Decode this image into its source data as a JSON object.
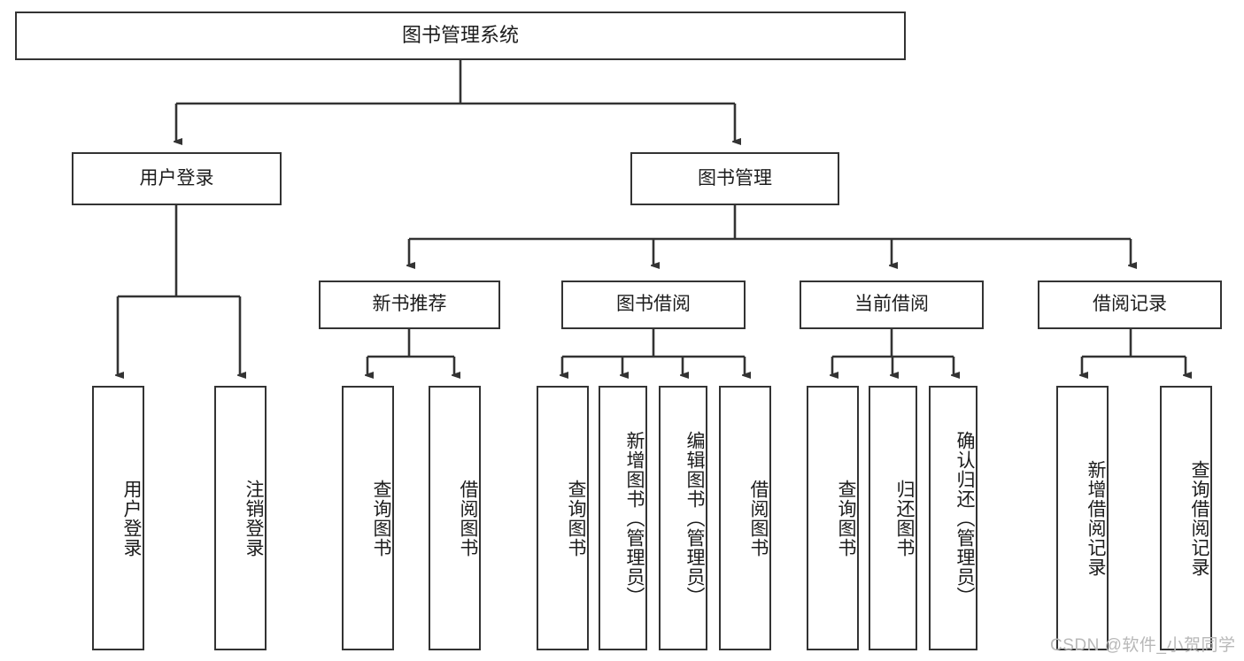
{
  "diagram": {
    "title": "图书管理系统",
    "type": "tree",
    "orientation": "top-down",
    "line_color": "#333333",
    "box_fill": "#ffffff",
    "text_color": "#1c1c1c",
    "nodes": {
      "root": {
        "label": "图书管理系统"
      },
      "level2": [
        {
          "label": "用户登录"
        },
        {
          "label": "图书管理"
        }
      ],
      "level3": [
        {
          "label": "新书推荐"
        },
        {
          "label": "图书借阅"
        },
        {
          "label": "当前借阅"
        },
        {
          "label": "借阅记录"
        }
      ],
      "leaves": [
        {
          "label": "用户登录"
        },
        {
          "label": "注销登录"
        },
        {
          "label": "查询图书"
        },
        {
          "label": "借阅图书"
        },
        {
          "label": "查询图书"
        },
        {
          "label": "新增图书（管理员）"
        },
        {
          "label": "编辑图书（管理员）"
        },
        {
          "label": "借阅图书"
        },
        {
          "label": "查询图书"
        },
        {
          "label": "归还图书"
        },
        {
          "label": "确认归还（管理员）"
        },
        {
          "label": "新增借阅记录"
        },
        {
          "label": "查询借阅记录"
        }
      ]
    }
  },
  "watermark": {
    "text": "CSDN @软件_小贺同学"
  }
}
